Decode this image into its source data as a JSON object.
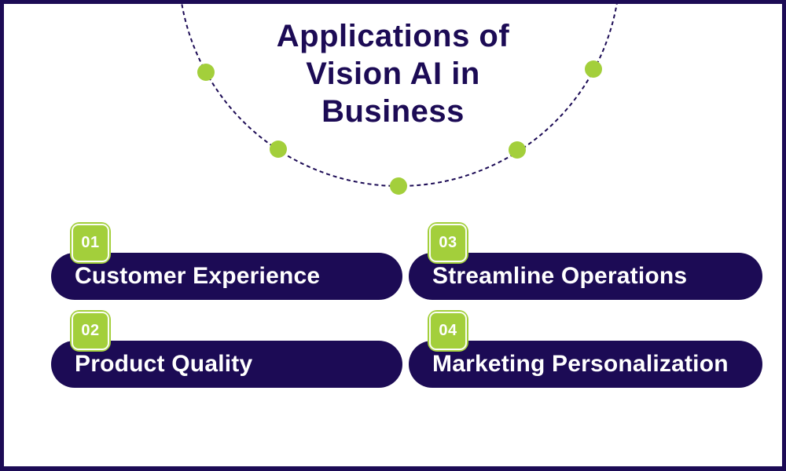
{
  "title": "Applications of\nVision AI in\nBusiness",
  "items": [
    {
      "number": "01",
      "label": "Customer Experience"
    },
    {
      "number": "02",
      "label": "Product Quality"
    },
    {
      "number": "03",
      "label": "Streamline Operations"
    },
    {
      "number": "04",
      "label": "Marketing Personalization"
    }
  ],
  "decor": {
    "arc_dot_count": 5
  },
  "colors": {
    "navy": "#1c0b55",
    "green": "#a3cf3b",
    "text_on_navy": "#ffffff",
    "background": "#ffffff"
  }
}
